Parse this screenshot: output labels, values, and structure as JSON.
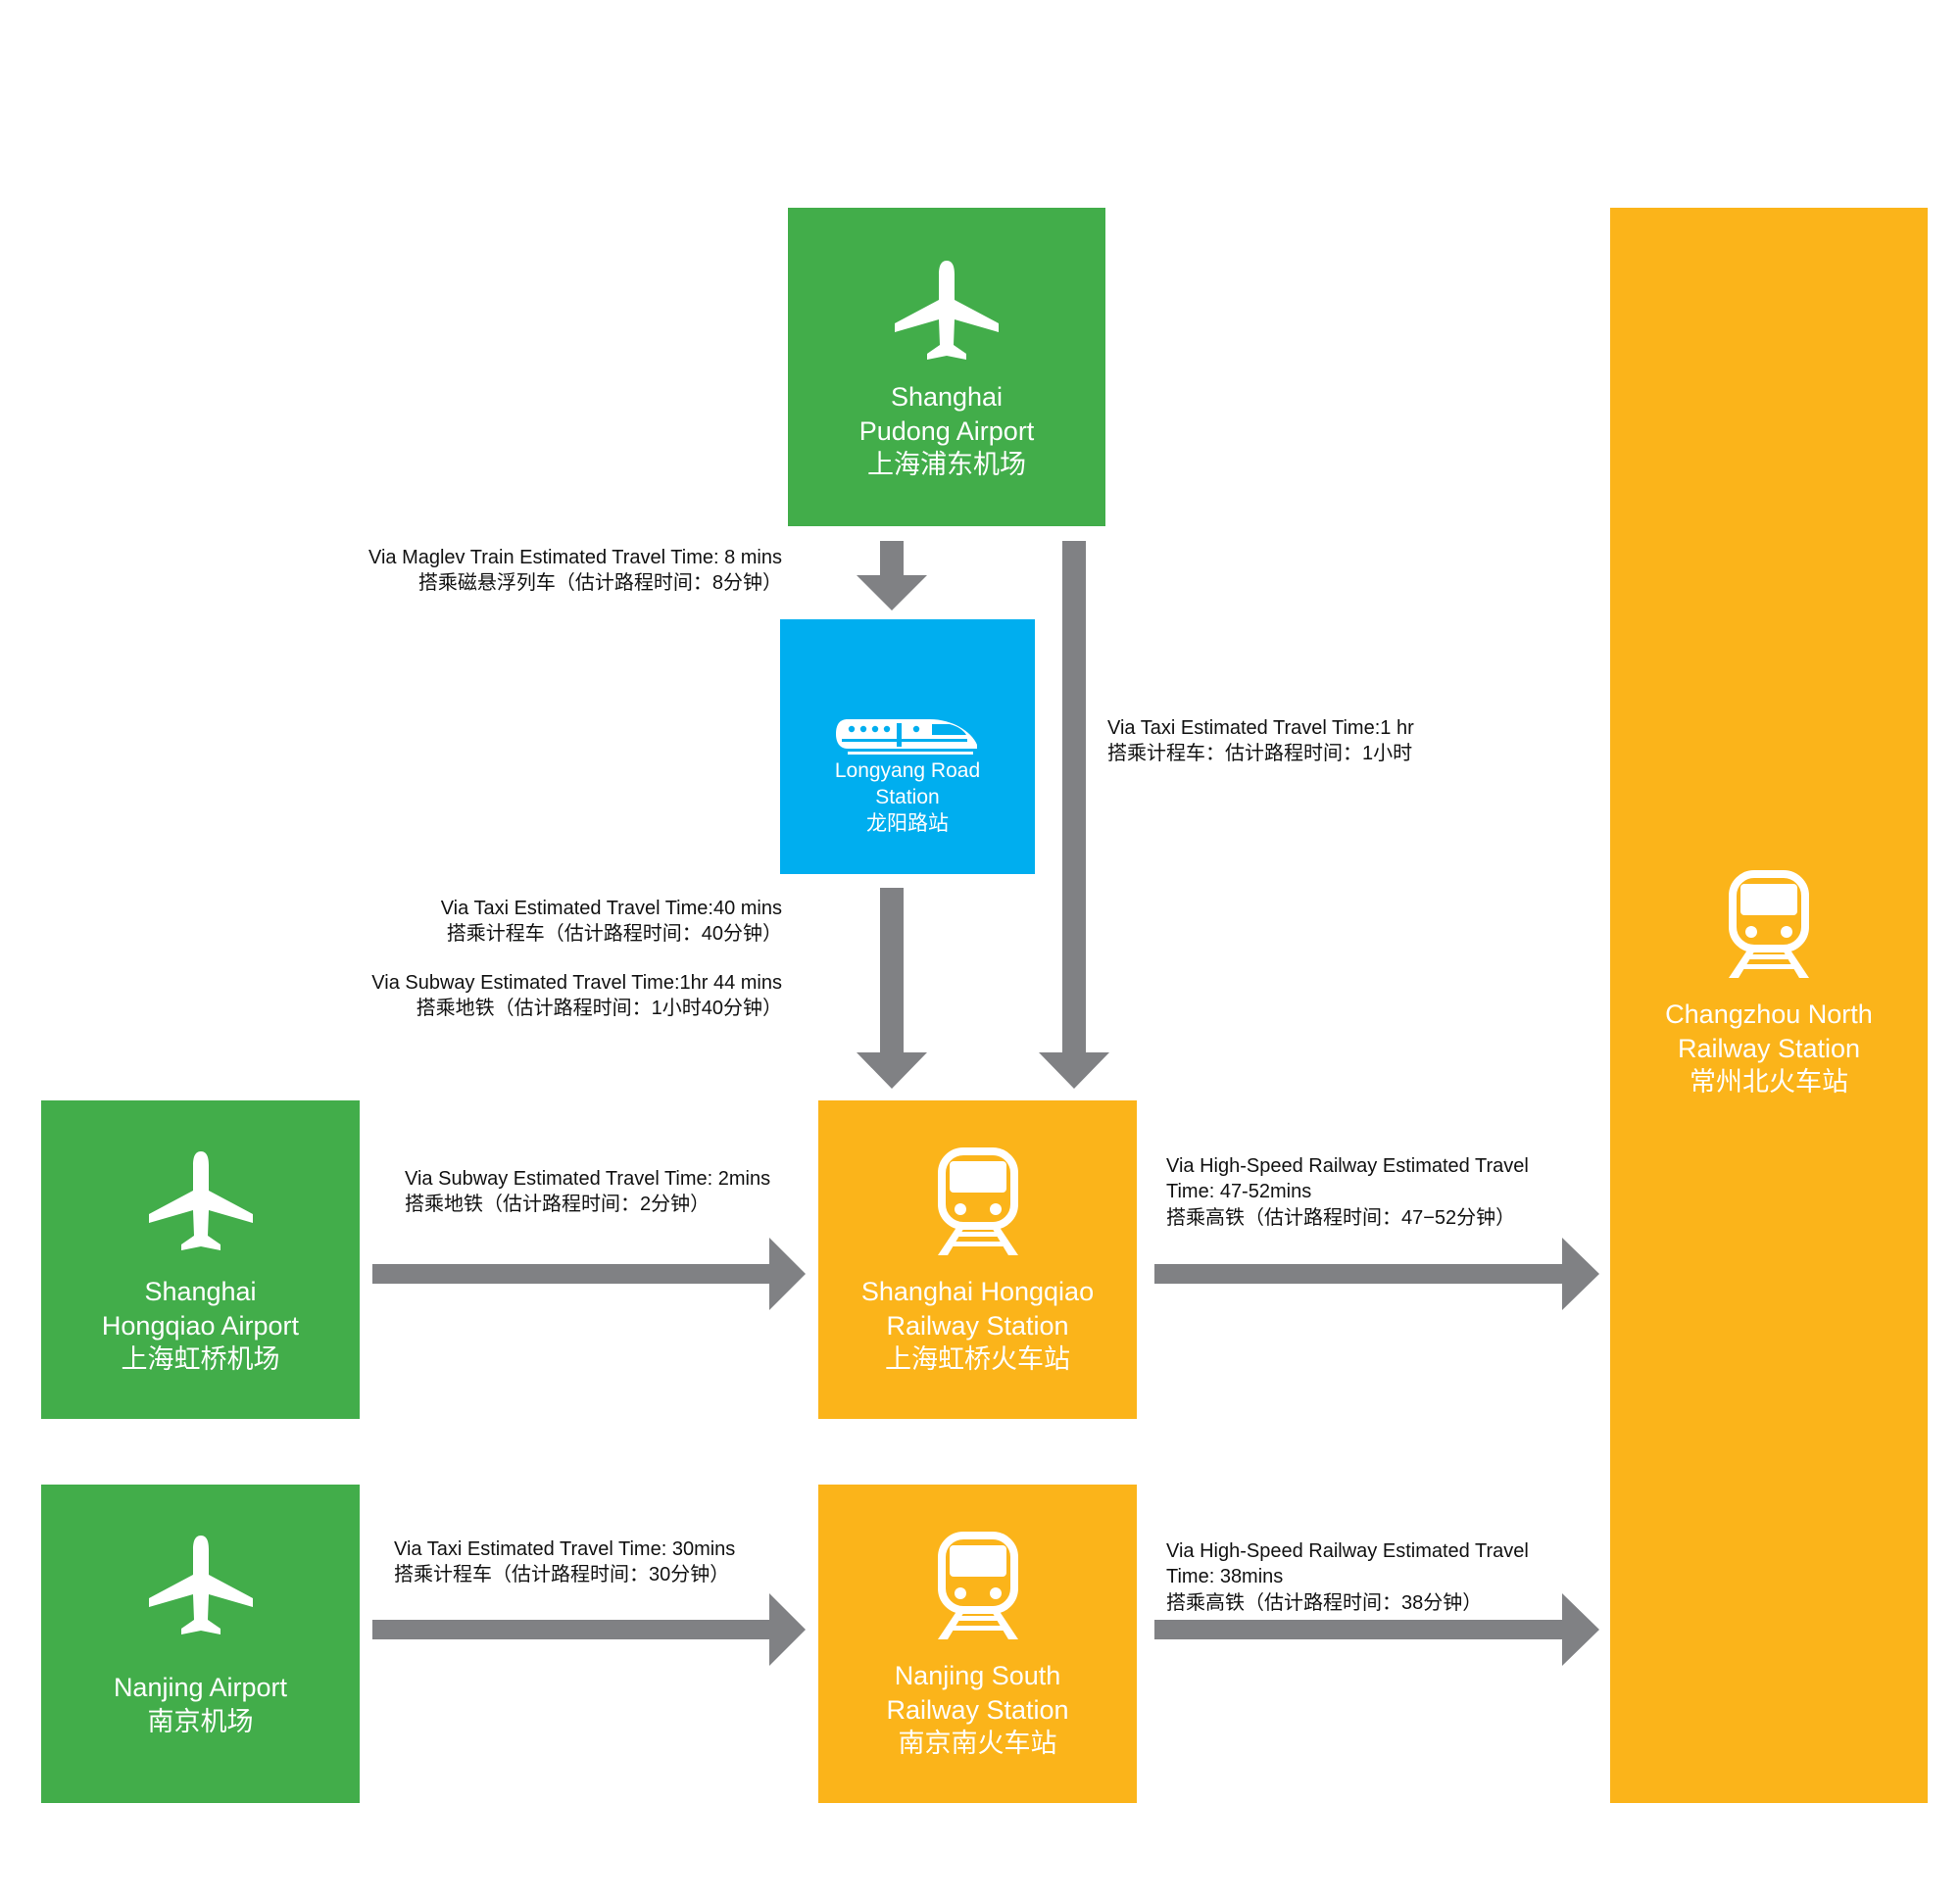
{
  "colors": {
    "airport": "#42ad4a",
    "railway": "#fbb41a",
    "metro": "#00aeef",
    "arrow": "#808184"
  },
  "nodes": {
    "pudong": {
      "icon": "airplane-icon",
      "line1": "Shanghai",
      "line2": "Pudong Airport",
      "line3": "上海浦东机场"
    },
    "longyang": {
      "icon": "maglev-train-icon",
      "line1": "Longyang Road",
      "line2": "Station",
      "line3": "龙阳路站"
    },
    "hongqiao_airport": {
      "icon": "airplane-icon",
      "line1": "Shanghai",
      "line2": "Hongqiao Airport",
      "line3": "上海虹桥机场"
    },
    "hongqiao_station": {
      "icon": "train-icon",
      "line1": "Shanghai Hongqiao",
      "line2": "Railway Station",
      "line3": "上海虹桥火车站"
    },
    "nanjing_airport": {
      "icon": "airplane-icon",
      "line1": "Nanjing Airport",
      "line2": "南京机场"
    },
    "nanjing_south": {
      "icon": "train-icon",
      "line1": "Nanjing South",
      "line2": "Railway Station",
      "line3": "南京南火车站"
    },
    "changzhou_north": {
      "icon": "train-icon",
      "line1": "Changzhou North",
      "line2": "Railway Station",
      "line3": "常州北火车站"
    }
  },
  "routes": {
    "maglev": {
      "en": "Via Maglev Train Estimated Travel Time: 8 mins",
      "zh": "搭乘磁悬浮列车（估计路程时间：8分钟）"
    },
    "pudong_taxi": {
      "en": "Via Taxi Estimated Travel Time:1 hr",
      "zh": "搭乘计程车：估计路程时间：1小时"
    },
    "longyang_taxi": {
      "en": "Via Taxi Estimated Travel Time:40 mins",
      "zh": "搭乘计程车（估计路程时间：40分钟）"
    },
    "longyang_subway": {
      "en": "Via Subway Estimated Travel Time:1hr 44 mins",
      "zh": "搭乘地铁（估计路程时间：1小时40分钟）"
    },
    "hongqiao_subway": {
      "en": "Via Subway Estimated Travel Time: 2mins",
      "zh": "搭乘地铁（估计路程时间：2分钟）"
    },
    "hongqiao_hsr": {
      "en1": "Via High-Speed Railway Estimated Travel",
      "en2": "Time: 47-52mins",
      "zh": "搭乘高铁（估计路程时间：47−52分钟）"
    },
    "nanjing_taxi": {
      "en": "Via Taxi Estimated Travel Time: 30mins",
      "zh": "搭乘计程车（估计路程时间：30分钟）"
    },
    "nanjing_hsr": {
      "en1": "Via High-Speed Railway Estimated Travel",
      "en2": "Time: 38mins",
      "zh": "搭乘高铁（估计路程时间：38分钟）"
    }
  }
}
